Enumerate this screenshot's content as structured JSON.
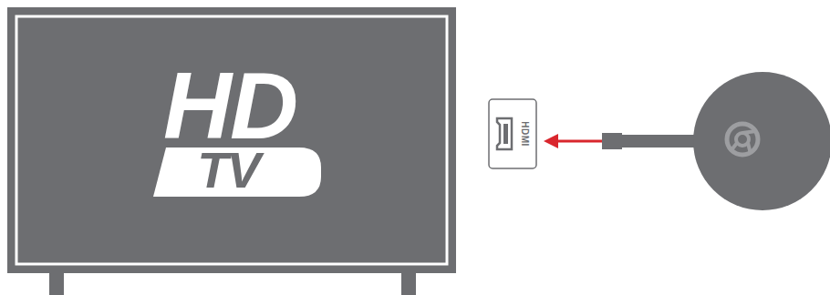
{
  "diagram": {
    "nodes": [
      {
        "text": [
          "HD"
        ]
      },
      {
        "text": [
          "TV"
        ],
        "in": 0
      },
      {
        "text": [
          "HDMI"
        ]
      }
    ]
  }
}
